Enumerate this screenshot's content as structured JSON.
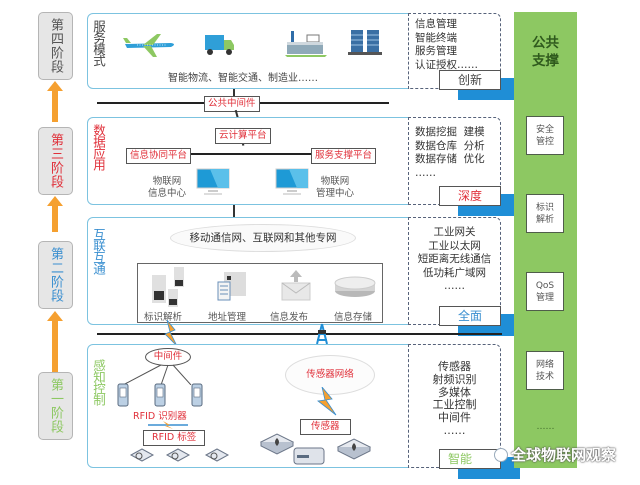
{
  "stages": [
    {
      "label": "第四阶段",
      "color": "#555555"
    },
    {
      "label": "第三阶段",
      "color": "#e0303a"
    },
    {
      "label": "第二阶段",
      "color": "#3a8fd0"
    },
    {
      "label": "第一阶段",
      "color": "#8dc862"
    }
  ],
  "layers": {
    "service": {
      "title": "服务模式",
      "title_color": "#444444",
      "icons": [
        "airplane-icon",
        "truck-icon",
        "factory-icon",
        "building-icon"
      ],
      "caption": "智能物流、智能交通、制造业……",
      "side_items": [
        "信息管理",
        "智能终端",
        "服务管理",
        "认证授权……"
      ],
      "tag": "创新",
      "tag_color": "#444444"
    },
    "public_middleware": "公共中间件",
    "data": {
      "title": "数据应用",
      "title_color": "#e0303a",
      "cloud_platform": "云计算平台",
      "info_collab_platform": "信息协同平台",
      "service_support_platform": "服务支撑平台",
      "info_center": [
        "物联网",
        "信息中心"
      ],
      "mgmt_center": [
        "物联网",
        "管理中心"
      ],
      "side_items": [
        "数据挖掘  建模",
        "数据仓库  分析",
        "数据存储  优化",
        "……"
      ],
      "tag": "深度",
      "tag_color": "#e0303a"
    },
    "network": {
      "title": "互联互通",
      "title_color": "#3a8fd0",
      "cloud_label": "移动通信网、互联网和其他专网",
      "services": [
        "标识解析",
        "地址管理",
        "信息发布",
        "信息存储"
      ],
      "side_items": [
        "工业网关",
        "工业以太网",
        "短距离无线通信",
        "低功耗广域网",
        "……"
      ],
      "tag": "全面",
      "tag_color": "#3a8fd0"
    },
    "sensing": {
      "title": "感知控制",
      "title_color": "#8dc862",
      "middleware": "中间件",
      "rfid_reader": "RFID 识别器",
      "rfid_tag": "RFID 标签",
      "sensor_network": "传感器网络",
      "sensor": "传感器",
      "side_items": [
        "传感器",
        "射频识别",
        "多媒体",
        "工业控制",
        "中间件",
        "……"
      ],
      "tag": "智能",
      "tag_color": "#8dc862"
    }
  },
  "support": {
    "title": "公共支撑",
    "items": [
      "安全管控",
      "标识解析",
      "QoS 管理",
      "网络技术"
    ],
    "ellipsis": "……"
  },
  "watermark": "全球物联网观察"
}
